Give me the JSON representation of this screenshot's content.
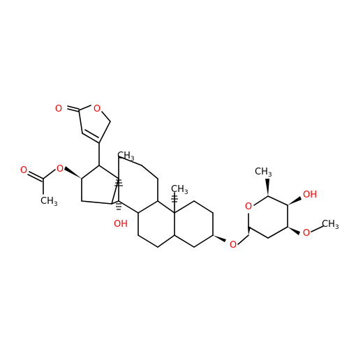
{
  "molecule": {
    "labels": {
      "lactone_carbonyl_O": "O",
      "lactone_ring_O": "O",
      "acetate_ester_O": "O",
      "acetate_carbonyl_O": "O",
      "acetate_methyl": "CH",
      "acetate_methyl_sub": "3",
      "c13_methyl": "CH",
      "c13_methyl_sub": "3",
      "c10_methyl": "CH",
      "c10_methyl_sub": "3",
      "c14_hydroxyl": "OH",
      "glycoside_O": "O",
      "sugar_ring_O": "O",
      "sugar_methyl": "CH",
      "sugar_methyl_sub": "3",
      "sugar_hydroxyl": "OH",
      "methoxy_O": "O",
      "methoxy_methyl": "CH",
      "methoxy_methyl_sub": "3"
    },
    "colors": {
      "heteroatom": "#ff0000",
      "carbon": "#000000"
    }
  }
}
